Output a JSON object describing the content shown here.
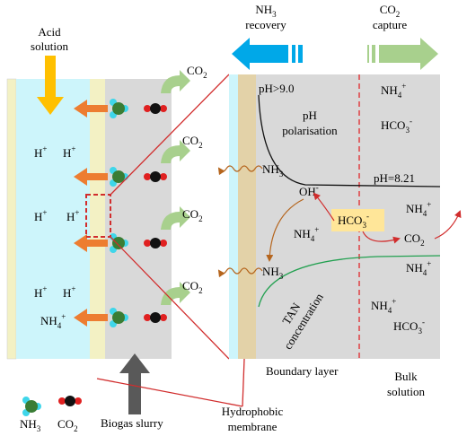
{
  "top": {
    "nh3_recovery": [
      "NH",
      "3",
      "recovery"
    ],
    "co2_capture": [
      "CO",
      "2",
      "capture"
    ]
  },
  "left": {
    "acid_solution": [
      "Acid",
      "solution"
    ],
    "h_plus": "H",
    "nh4": [
      "NH",
      "4",
      "+"
    ],
    "co2": [
      "CO",
      "2"
    ]
  },
  "right": {
    "ph_high": "pH>9.0",
    "ph_polarisation": [
      "pH",
      "polarisation"
    ],
    "ph_821": "pH=8.21",
    "nh4": [
      "NH",
      "4",
      "+"
    ],
    "hco3": [
      "HCO",
      "3",
      "-"
    ],
    "nh3": [
      "NH",
      "3"
    ],
    "oh": [
      "OH",
      "-"
    ],
    "co2": [
      "CO",
      "2"
    ],
    "tan": [
      "TAN",
      "concentration"
    ],
    "boundary_layer": "Boundary layer",
    "bulk": [
      "Bulk",
      "solution"
    ]
  },
  "legend": {
    "nh3": [
      "NH",
      "3"
    ],
    "co2": [
      "CO",
      "2"
    ],
    "biogas_slurry": "Biogas slurry",
    "hydrophobic": [
      "Hydrophobic",
      "membrane"
    ]
  },
  "colors": {
    "acid_bg": "#cdf5fb",
    "membrane": "#f3f1c4",
    "slurry_bg": "#d9d9d9",
    "nh3_arrow": "#00a8e8",
    "co2_arrow": "#a8d08d",
    "nh3_transfer": "#ed7d31",
    "acid_arrow": "#ffc000",
    "hco3_box": "#ffe699",
    "dashed_red": "#e0262a",
    "tan_curve": "#22a050",
    "membrane_right": "#e3d2a8"
  }
}
